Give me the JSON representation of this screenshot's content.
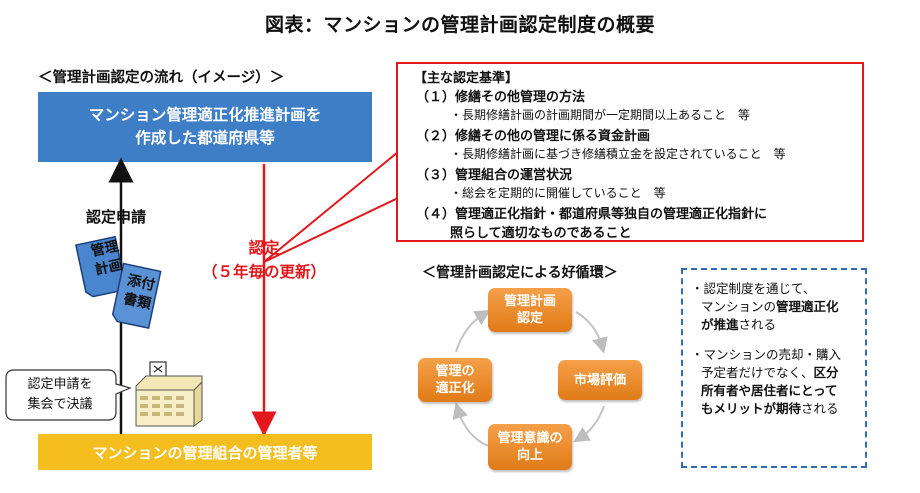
{
  "title": "図表：マンションの管理計画認定制度の概要",
  "flow": {
    "title": "＜管理計画認定の流れ（イメージ）＞",
    "pref_box_line1": "マンション管理適正化推進計画を",
    "pref_box_line2": "作成した都道府県等",
    "apply_label": "認定申請",
    "cert_label_line1": "認定",
    "cert_label_line2": "（５年毎の更新）",
    "doc1_line1": "管理",
    "doc1_line2": "計画",
    "doc2_line1": "添付",
    "doc2_line2": "書類",
    "callout_line1": "認定申請を",
    "callout_line2": "集会で決議",
    "manager_box": "マンションの管理組合の管理者等"
  },
  "criteria": {
    "header": "【主な認定基準】",
    "items": [
      {
        "heading": "（１）修繕その他管理の方法",
        "detail": "・長期修繕計画の計画期間が一定期間以上あること　等"
      },
      {
        "heading": "（２）修繕その他の管理に係る資金計画",
        "detail": "・長期修繕計画に基づき修繕積立金を設定されていること　等"
      },
      {
        "heading": "（３）管理組合の運営状況",
        "detail": "・総会を定期的に開催していること　等"
      },
      {
        "heading": "（４）管理適正化指針・都道府県等独自の管理適正化指針に",
        "detail": "照らして適切なものであること"
      }
    ]
  },
  "cycle": {
    "title": "＜管理計画認定による好循環＞",
    "nodes": {
      "top_line1": "管理計画",
      "top_line2": "認定",
      "right": "市場評価",
      "bottom_line1": "管理意識の",
      "bottom_line2": "向上",
      "left_line1": "管理の",
      "left_line2": "適正化"
    }
  },
  "benefits": {
    "p1_a": "・認定制度を通じて、",
    "p1_b": "マンションの",
    "p1_c": "管理適正化",
    "p1_d": "が推進",
    "p1_e": "される",
    "p2_a": "・マンションの売却・購入",
    "p2_b": "予定者だけでなく、",
    "p2_c": "区分",
    "p2_d": "所有者や居住者にとって",
    "p2_e": "もメリットが期待",
    "p2_f": "される"
  },
  "colors": {
    "blue_box": "#3d7ec6",
    "yellow_box": "#f5be1f",
    "red": "#e3181d",
    "orange": "#e98a26",
    "dashed_blue": "#2f6db5"
  }
}
